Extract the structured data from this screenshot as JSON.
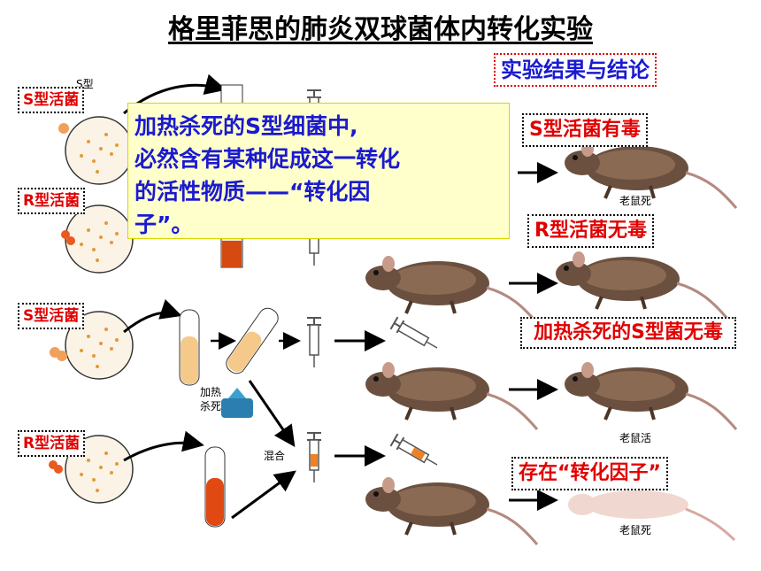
{
  "title": "格里菲思的肺炎双球菌体内转化实验",
  "conclusion_header": "实验结果与结论",
  "callout": {
    "lines": [
      "加热杀死的S型细菌中,",
      "必然含有某种促成这一转化",
      "的活性物质——“转化因",
      "子”。"
    ]
  },
  "rows": [
    {
      "label": "S型活菌",
      "result": "S型活菌有毒"
    },
    {
      "label": "R型活菌",
      "result": "R型活菌无毒"
    },
    {
      "label": "S型活菌",
      "result": "加热杀死的S型菌无毒"
    },
    {
      "label": "R型活菌",
      "result": "存在“转化因子”"
    }
  ],
  "diagram_text": {
    "s_type": "S型",
    "heat_kill": [
      "加热",
      "杀死"
    ],
    "mix": "混合",
    "mouse_dead": "老鼠死",
    "mouse_alive": "老鼠活"
  },
  "colors": {
    "callout_text": "#1a1ad0",
    "red": "#e00000",
    "callout_bg": "#ffffcc"
  }
}
